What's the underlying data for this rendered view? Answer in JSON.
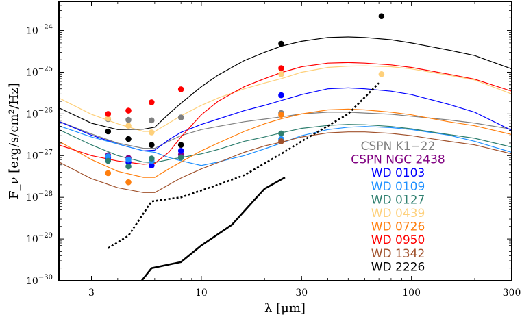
{
  "chart_data": {
    "type": "line",
    "title": "",
    "xlabel": "λ [μm]",
    "ylabel": "F_ν [erg/s/cm²/Hz]",
    "xscale": "log",
    "yscale": "log",
    "xlim": [
      2.1,
      300
    ],
    "ylim": [
      1e-30,
      5e-24
    ],
    "grid": false,
    "legend_placement": "bottom-right",
    "xticks": [
      {
        "value": 3,
        "label": "3"
      },
      {
        "value": 10,
        "label": "10"
      },
      {
        "value": 30,
        "label": "30"
      },
      {
        "value": 100,
        "label": "100"
      },
      {
        "value": 300,
        "label": "300"
      }
    ],
    "yticks": [
      {
        "value": -30,
        "base": "10",
        "exp": "−30"
      },
      {
        "value": -29,
        "base": "10",
        "exp": "−29"
      },
      {
        "value": -28,
        "base": "10",
        "exp": "−28"
      },
      {
        "value": -27,
        "base": "10",
        "exp": "−27"
      },
      {
        "value": -26,
        "base": "10",
        "exp": "−26"
      },
      {
        "value": -25,
        "base": "10",
        "exp": "−25"
      },
      {
        "value": -24,
        "base": "10",
        "exp": "−24"
      }
    ],
    "model_x": [
      2.1,
      3,
      4,
      5.3,
      6,
      7,
      8,
      10,
      12,
      16,
      20,
      24,
      30,
      40,
      50,
      60,
      80,
      100,
      150,
      200,
      300
    ],
    "series": [
      {
        "name": "CSPN K1−22",
        "color": "#808080",
        "points": [
          [
            3.6,
            7.5e-27
          ],
          [
            4.5,
            7.2e-27
          ],
          [
            5.8,
            7e-27
          ],
          [
            8,
            8.2e-27
          ],
          [
            24,
            1.05e-26
          ]
        ],
        "model": [
          6.7e-27,
          3.3e-27,
          2e-27,
          1.5e-27,
          1.5e-27,
          2.2e-27,
          3e-27,
          4.2e-27,
          5e-27,
          6.5e-27,
          7.5e-27,
          8.5e-27,
          1e-26,
          1.1e-26,
          1.1e-26,
          1.05e-26,
          9.8e-27,
          8.8e-27,
          7.2e-27,
          6e-27,
          4.3e-27
        ]
      },
      {
        "name": "CSPN NGC 2438",
        "color": "#800080",
        "points": [
          [
            3.6,
            1.02e-27
          ],
          [
            4.5,
            8.8e-28
          ],
          [
            5.8,
            8.2e-28
          ],
          [
            8,
            1.05e-27
          ]
        ],
        "model": null
      },
      {
        "name": "WD 0103",
        "color": "#0000ff",
        "points": [
          [
            3.6,
            9e-28
          ],
          [
            4.5,
            7e-28
          ],
          [
            5.8,
            5.8e-28
          ],
          [
            8,
            1.3e-27
          ],
          [
            24,
            2.8e-26
          ]
        ],
        "model": [
          6.6e-27,
          3.1e-27,
          1.9e-27,
          1.3e-27,
          1.35e-27,
          2.4e-27,
          3.6e-27,
          5.6e-27,
          7.5e-27,
          1.2e-26,
          1.6e-26,
          2.1e-26,
          2.9e-26,
          4e-26,
          4.2e-26,
          4e-26,
          3.5e-26,
          2.9e-26,
          1.7e-26,
          1.1e-26,
          4e-27
        ]
      },
      {
        "name": "WD 0109",
        "color": "#1e90ff",
        "points": [
          [
            3.6,
            9.6e-28
          ],
          [
            4.5,
            8e-28
          ],
          [
            5.8,
            7.5e-28
          ],
          [
            8,
            9e-28
          ],
          [
            24,
            2.5e-27
          ]
        ],
        "model": [
          5.2e-27,
          2.8e-27,
          1.9e-27,
          1.3e-27,
          1.2e-27,
          9e-28,
          7.5e-28,
          5.8e-28,
          7e-28,
          1e-27,
          1.45e-27,
          2e-27,
          3e-27,
          4.2e-27,
          4.8e-27,
          5e-27,
          4.7e-27,
          4.2e-27,
          3.1e-27,
          2.2e-27,
          1.2e-27
        ]
      },
      {
        "name": "WD 0127",
        "color": "#2f7f6f",
        "points": [
          [
            3.6,
            7.5e-28
          ],
          [
            4.5,
            5.5e-28
          ],
          [
            5.8,
            8.5e-28
          ],
          [
            8,
            9e-28
          ],
          [
            24,
            3.4e-27
          ]
        ],
        "model": [
          4.2e-27,
          1.8e-27,
          1e-27,
          7e-28,
          6.8e-28,
          8e-28,
          9e-28,
          1.1e-27,
          1.4e-27,
          2.2e-27,
          2.8e-27,
          3.5e-27,
          4.5e-27,
          5.3e-27,
          5.6e-27,
          5.5e-27,
          5e-27,
          4.4e-27,
          3.2e-27,
          2.6e-27,
          1.6e-27
        ]
      },
      {
        "name": "WD 0439",
        "color": "#fed07a",
        "points": [
          [
            3.6,
            7.8e-27
          ],
          [
            4.5,
            5.2e-27
          ],
          [
            5.8,
            3.6e-27
          ],
          [
            24,
            9e-26
          ],
          [
            72,
            9e-26
          ]
        ],
        "model": [
          2.4e-26,
          9.8e-27,
          5.8e-27,
          3.8e-27,
          3.8e-27,
          6e-27,
          9e-27,
          1.6e-26,
          2.4e-26,
          4e-26,
          5.5e-26,
          7e-26,
          1e-25,
          1.3e-25,
          1.4e-25,
          1.42e-25,
          1.35e-25,
          1.2e-25,
          8.5e-26,
          6.5e-26,
          3e-26
        ]
      },
      {
        "name": "WD 0726",
        "color": "#ff7f0e",
        "points": [
          [
            3.6,
            3.8e-28
          ],
          [
            4.5,
            2.3e-28
          ],
          [
            24,
            9.5e-27
          ]
        ],
        "model": [
          2.2e-27,
          8e-28,
          4.2e-28,
          3e-28,
          3e-28,
          4.8e-28,
          7e-28,
          1.3e-27,
          2e-27,
          3.8e-27,
          5.8e-27,
          7.6e-27,
          1e-26,
          1.25e-26,
          1.3e-26,
          1.25e-26,
          1.1e-26,
          9.5e-27,
          6.5e-27,
          5.2e-27,
          3.2e-27
        ]
      },
      {
        "name": "WD 0950",
        "color": "#ff0000",
        "points": [
          [
            3.6,
            1e-26
          ],
          [
            4.5,
            1.2e-26
          ],
          [
            5.8,
            1.9e-26
          ],
          [
            8,
            3.9e-26
          ],
          [
            24,
            1.25e-25
          ]
        ],
        "model": [
          1.8e-27,
          1e-27,
          7.4e-28,
          6.2e-28,
          6.5e-28,
          1.2e-27,
          2.8e-27,
          9.5e-27,
          2e-26,
          4.5e-26,
          7e-26,
          9.8e-26,
          1.35e-25,
          1.65e-25,
          1.7e-25,
          1.65e-25,
          1.5e-25,
          1.3e-25,
          9e-26,
          6.8e-26,
          3.5e-26
        ]
      },
      {
        "name": "WD 1342",
        "color": "#a0522d",
        "points": [
          [
            24,
            2.2e-27
          ]
        ],
        "model": [
          7e-28,
          2.8e-28,
          1.7e-28,
          1.3e-28,
          1.3e-28,
          2e-28,
          2.9e-28,
          4.8e-28,
          6.8e-28,
          1.2e-27,
          1.7e-27,
          2.1e-27,
          2.8e-27,
          3.5e-27,
          3.7e-27,
          3.7e-27,
          3.4e-27,
          3e-27,
          2.2e-27,
          1.8e-27,
          1.1e-27
        ]
      },
      {
        "name": "WD 2226",
        "color": "#000000",
        "points": [
          [
            3.6,
            3.8e-27
          ],
          [
            4.5,
            2.5e-27
          ],
          [
            5.8,
            1.8e-27
          ],
          [
            8,
            1.8e-27
          ],
          [
            24,
            4.8e-25
          ],
          [
            72,
            2.2e-24
          ]
        ],
        "model": [
          1.4e-26,
          6e-27,
          4.2e-27,
          4.3e-27,
          4.8e-27,
          1e-26,
          1.8e-26,
          4.5e-26,
          8.5e-26,
          1.9e-25,
          3e-25,
          4.2e-25,
          5.5e-25,
          6.8e-25,
          7e-25,
          6.8e-25,
          6e-25,
          5e-25,
          3.4e-25,
          2.5e-25,
          1.2e-25
        ]
      }
    ],
    "sensitivity_dotted": {
      "color": "#000000",
      "points": [
        [
          3.6,
          6e-30
        ],
        [
          4.5,
          1.2e-29
        ],
        [
          5.8,
          8e-29
        ],
        [
          8,
          1e-28
        ],
        [
          12,
          2e-28
        ],
        [
          16,
          3.4e-28
        ],
        [
          24,
          1.1e-27
        ],
        [
          30,
          2.2e-27
        ],
        [
          50,
          1e-26
        ],
        [
          70,
          5.5e-26
        ]
      ]
    },
    "sensitivity_solid": {
      "color": "#000000",
      "points": [
        [
          5.2,
          1e-30
        ],
        [
          5.8,
          2e-30
        ],
        [
          8,
          2.8e-30
        ],
        [
          10,
          7e-30
        ],
        [
          14,
          2.2e-29
        ],
        [
          18,
          9e-29
        ],
        [
          20,
          1.6e-28
        ],
        [
          25,
          3e-28
        ]
      ]
    }
  }
}
